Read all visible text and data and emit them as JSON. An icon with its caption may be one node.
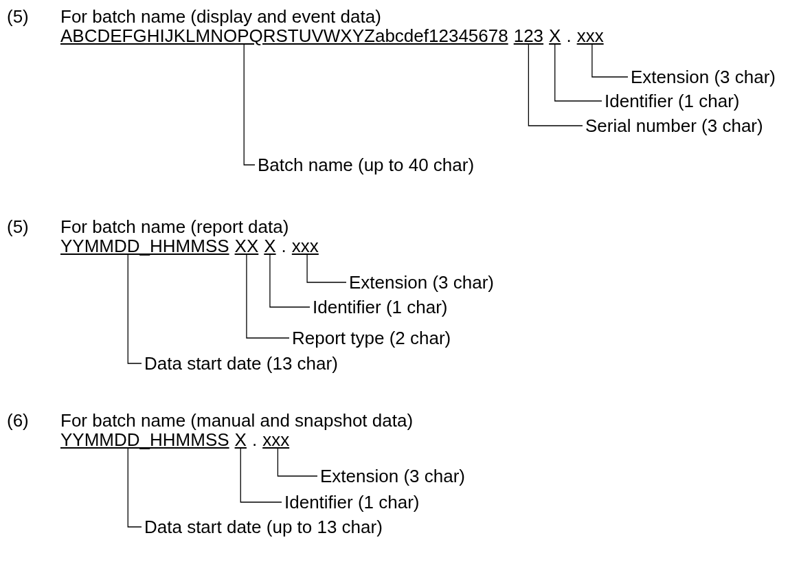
{
  "diagram": {
    "nodes": [
      {
        "text": [
          "ABCDEFGHIJKLMNOPQRSTUVWXYZabcdef12345678"
        ]
      },
      {
        "text": [
          "123"
        ]
      },
      {
        "text": [
          "X"
        ]
      },
      {
        "text": [
          "xxx"
        ]
      },
      {
        "text": [
          "Extension (3 char)"
        ]
      },
      {
        "text": [
          "Identifier (1 char)"
        ]
      },
      {
        "text": [
          "Serial number (3 char)"
        ]
      },
      {
        "text": [
          "Batch name (up to 40 char)"
        ]
      },
      {
        "text": [
          "YYMMDD_HHMMSS"
        ]
      },
      {
        "text": [
          "XX"
        ]
      },
      {
        "text": [
          "X"
        ]
      },
      {
        "text": [
          "xxx"
        ]
      },
      {
        "text": [
          "Extension (3 char)"
        ]
      },
      {
        "text": [
          "Identifier (1 char)"
        ]
      },
      {
        "text": [
          "Report type (2 char)"
        ]
      },
      {
        "text": [
          "Data start date (13 char)"
        ]
      },
      {
        "text": [
          "YYMMDD_HHMMSS"
        ]
      },
      {
        "text": [
          "X"
        ]
      },
      {
        "text": [
          "xxx"
        ]
      },
      {
        "text": [
          "Extension (3 char)"
        ]
      },
      {
        "text": [
          "Identifier (1 char)"
        ]
      },
      {
        "text": [
          "Data start date (up to 13 char)"
        ]
      }
    ],
    "edges": [
      {
        "from": 4,
        "to": 3,
        "arrow": "none"
      },
      {
        "from": 5,
        "to": 2,
        "arrow": "none"
      },
      {
        "from": 6,
        "to": 1,
        "arrow": "none"
      },
      {
        "from": 7,
        "to": 0,
        "arrow": "none"
      },
      {
        "from": 12,
        "to": 11,
        "arrow": "none"
      },
      {
        "from": 13,
        "to": 10,
        "arrow": "none"
      },
      {
        "from": 14,
        "to": 9,
        "arrow": "none"
      },
      {
        "from": 15,
        "to": 8,
        "arrow": "none"
      },
      {
        "from": 19,
        "to": 18,
        "arrow": "none"
      },
      {
        "from": 20,
        "to": 17,
        "arrow": "none"
      },
      {
        "from": 21,
        "to": 16,
        "arrow": "none"
      }
    ],
    "labels": [
      "(5)",
      "For batch name (display and event data)",
      ".",
      "(5)",
      "For batch name (report data)",
      ".",
      "(6)",
      "For batch name (manual and snapshot data)",
      "."
    ]
  }
}
